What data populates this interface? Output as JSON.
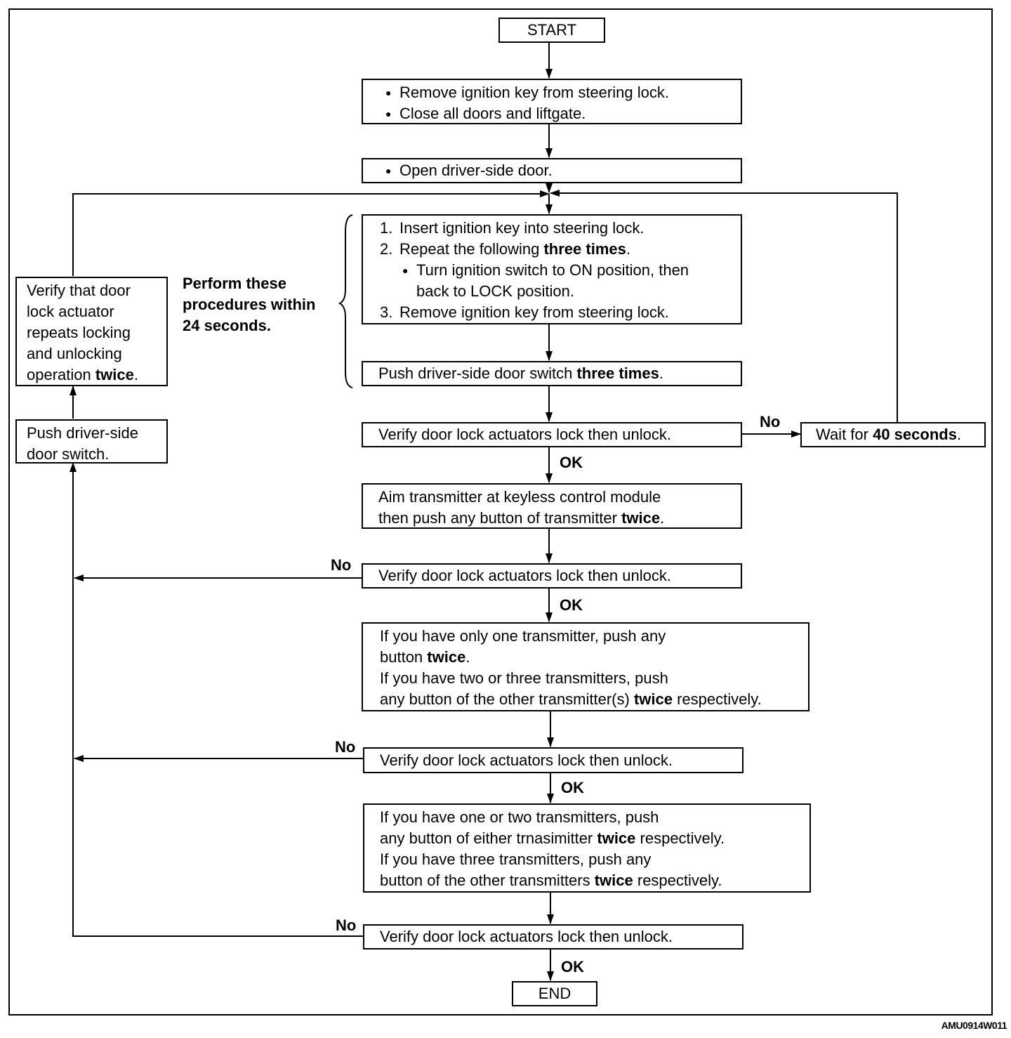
{
  "nodes": {
    "start": "START",
    "step1_a": "Remove ignition key from steering lock.",
    "step1_b": "Close all doors and liftgate.",
    "step2": "Open driver-side door.",
    "proc": {
      "n1": "1.",
      "l1": "Insert ignition key into steering lock.",
      "n2": "2.",
      "l2_pre": "Repeat the following ",
      "l2_bold": "three times",
      "l2_post": ".",
      "l2_sub_a": "Turn ignition switch to ON position, then",
      "l2_sub_b": "back to LOCK position.",
      "n3": "3.",
      "l3": "Remove ignition key from steering lock."
    },
    "push_switch": {
      "pre": "Push driver-side door switch ",
      "bold": "three times",
      "post": "."
    },
    "verify1": "Verify door lock actuators lock then unlock.",
    "wait": {
      "pre": "Wait for ",
      "bold": "40 seconds",
      "post": "."
    },
    "aim": {
      "line1": "Aim transmitter at keyless control module",
      "line2_pre": "then push any button of transmitter ",
      "line2_bold": "twice",
      "line2_post": "."
    },
    "verify2": "Verify door lock actuators lock then unlock.",
    "one_tx": {
      "line1": "If you have only one transmitter, push any",
      "line2_pre": "button ",
      "line2_bold": "twice",
      "line2_post": ".",
      "line3": "If you have two or three transmitters, push",
      "line4_pre": "any button of the other transmitter(s) ",
      "line4_bold": "twice",
      "line4_post": " respectively."
    },
    "verify3": "Verify door lock actuators lock then unlock.",
    "two_tx": {
      "line1": "If you have one or two transmitters, push",
      "line2_pre": "any button of either trnasimitter ",
      "line2_bold": "twice",
      "line2_post": " respectively.",
      "line3": "If you have three transmitters, push any",
      "line4_pre": "button of the other transmitters ",
      "line4_bold": "twice",
      "line4_post": " respectively."
    },
    "verify4": "Verify door lock actuators lock then unlock.",
    "end": "END",
    "verify_repeat": {
      "line1": "Verify that door",
      "line2": "lock actuator",
      "line3": "repeats locking",
      "line4": "and unlocking",
      "line5_pre": "operation ",
      "line5_bold": "twice",
      "line5_post": "."
    },
    "push_driver": {
      "line1": "Push driver-side",
      "line2": "door switch."
    }
  },
  "labels": {
    "perform_1": "Perform these",
    "perform_2": "procedures within",
    "perform_3": "24 seconds.",
    "no": "No",
    "ok": "OK"
  },
  "figure_ref": "AMU0914W011"
}
